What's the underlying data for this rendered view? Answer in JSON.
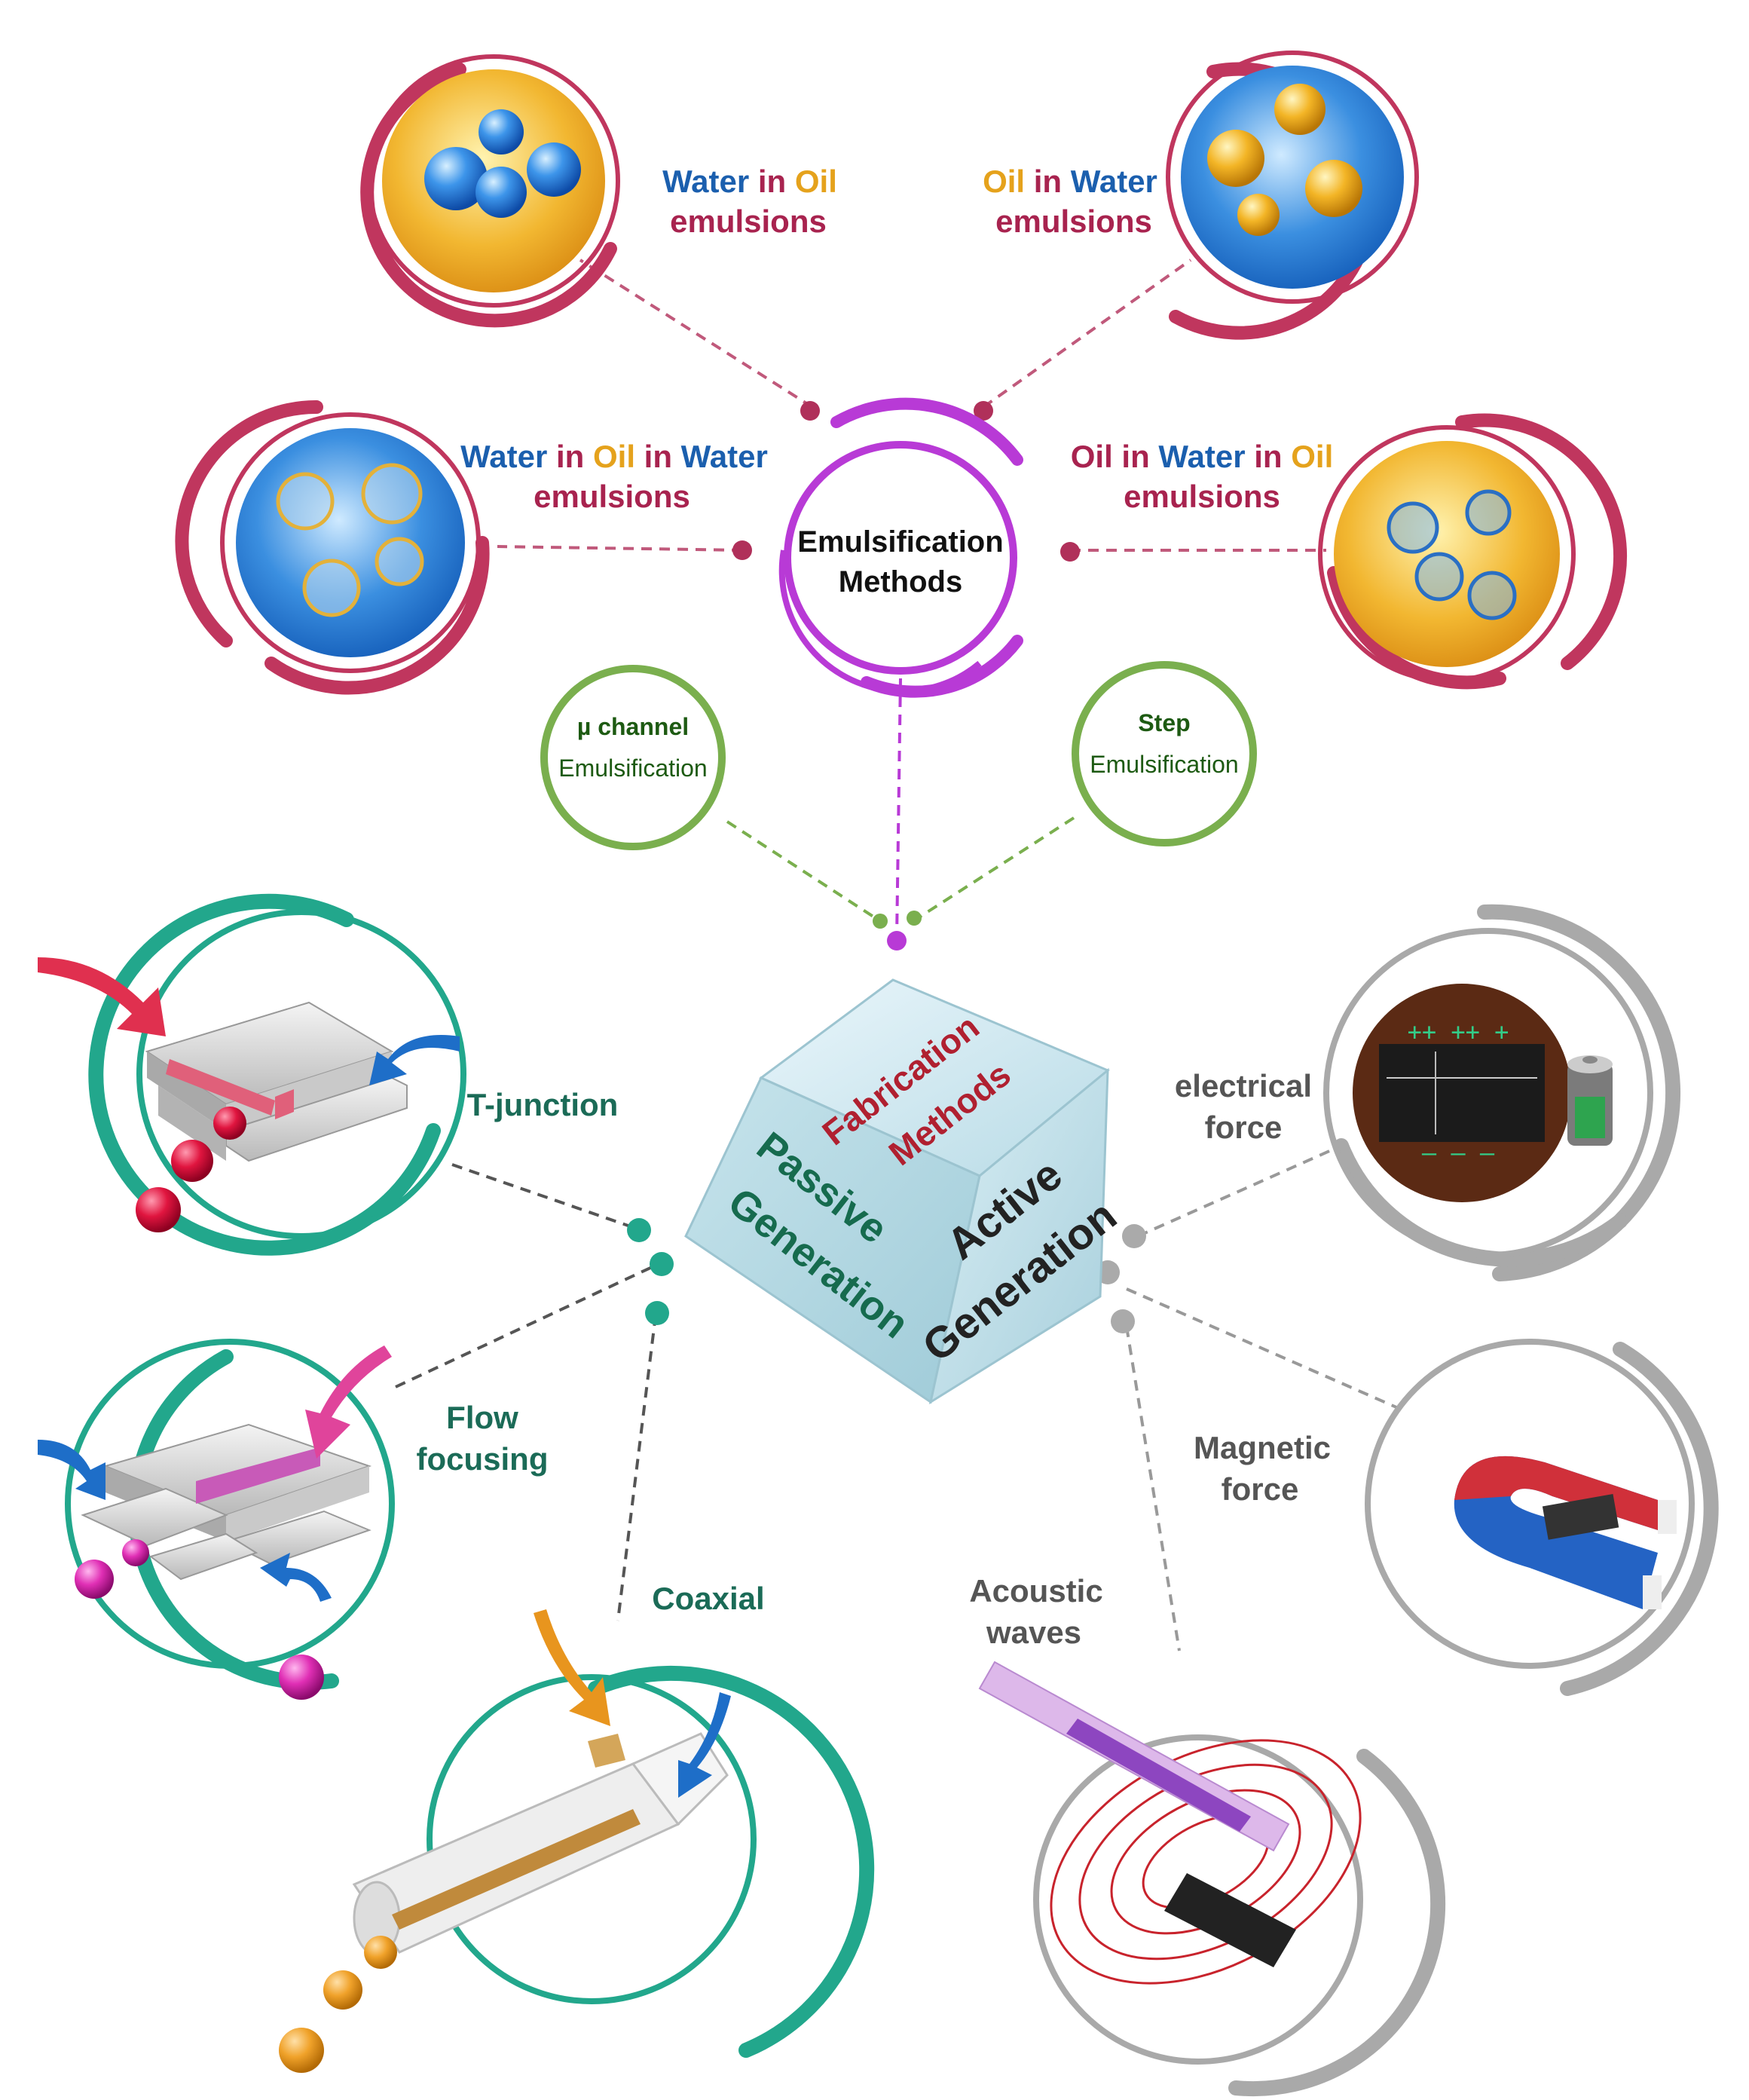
{
  "colors": {
    "water": "#1b5fae",
    "oil": "#e5a21c",
    "emulsion_label": "#a8234f",
    "emulsion_ring": "#c0365e",
    "center_ring": "#b83ad6",
    "method_ring": "#7aaf4e",
    "method_text": "#1d5a12",
    "passive": "#22a78c",
    "passive_text": "#1b6b57",
    "active": "#a9a9a9",
    "active_text": "#555555",
    "cube_text_red": "#b02030",
    "cube_text_green": "#166b4e",
    "cube_text_dark": "#222222"
  },
  "emulsions": {
    "wo": {
      "p1": "Water",
      "p2": " in ",
      "p3": "Oil",
      "line2": "emulsions",
      "icon": "water-droplets-in-oil-icon"
    },
    "ow": {
      "p1": "Oil",
      "p2": " in ",
      "p3": "Water",
      "line2": "emulsions",
      "icon": "oil-droplets-in-water-icon"
    },
    "wow": {
      "p1": "Water",
      "p2": " in ",
      "p3": "Oil",
      "p4": " in ",
      "p5": "Water",
      "line2": "emulsions",
      "icon": "double-emulsion-w-o-w-icon"
    },
    "owo": {
      "p1": "Oil",
      "p2": " in ",
      "p3": "Water",
      "p4": " in ",
      "p5": "Oil",
      "line2": "emulsions",
      "icon": "double-emulsion-o-w-o-icon"
    }
  },
  "center": {
    "line1": "Emulsification",
    "line2": "Methods"
  },
  "methods": {
    "micro": {
      "line1": "µ channel",
      "line2": "Emulsification"
    },
    "step": {
      "line1": "Step",
      "line2": "Emulsification"
    }
  },
  "cube": {
    "top1": "Fabrication",
    "top2": "Methods",
    "left1": "Passive",
    "left2": "Generation",
    "right1": "Active",
    "right2": "Generation"
  },
  "passive": {
    "tjunction": "T-junction",
    "flow1": "Flow",
    "flow2": "focusing",
    "coaxial": "Coaxial"
  },
  "active": {
    "elec1": "electrical",
    "elec2": "force",
    "mag1": "Magnetic",
    "mag2": "force",
    "ac1": "Acoustic",
    "ac2": "waves"
  }
}
